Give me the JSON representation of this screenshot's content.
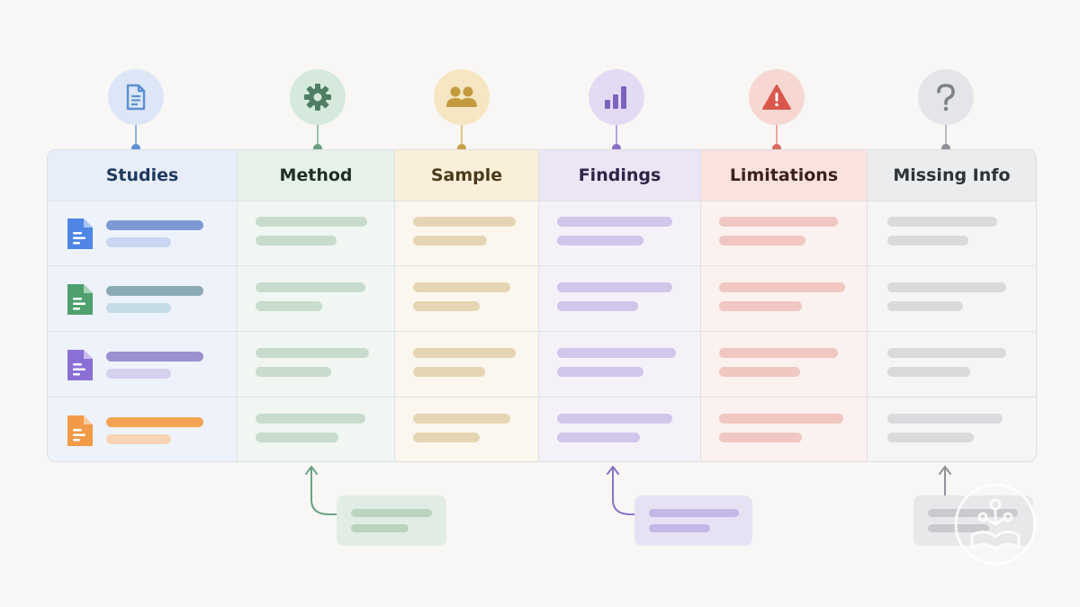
{
  "columns": [
    {
      "label": "Studies",
      "icon": "document-icon",
      "accent": "#5b8fd4",
      "circle_bg": "#dce6f6",
      "head_bg": "#e8eef9",
      "body_bg": "#eef2fa",
      "text_color": "#1f3a5f"
    },
    {
      "label": "Method",
      "icon": "gear-icon",
      "accent": "#5f9c7b",
      "circle_bg": "#d5e9dc",
      "head_bg": "#e6f1ea",
      "body_bg": "#f1f6f2",
      "text_color": "#1f2f28"
    },
    {
      "label": "Sample",
      "icon": "people-icon",
      "accent": "#c9a04a",
      "circle_bg": "#f6e6c2",
      "head_bg": "#faf0d9",
      "body_bg": "#fbf7ee",
      "text_color": "#4a3a1a"
    },
    {
      "label": "Findings",
      "icon": "bar-chart-icon",
      "accent": "#8a70c4",
      "circle_bg": "#e3dbf3",
      "head_bg": "#ebe5f6",
      "body_bg": "#f4f1f9",
      "text_color": "#2e2546"
    },
    {
      "label": "Limitations",
      "icon": "warning-icon",
      "accent": "#d9695f",
      "circle_bg": "#f7d7d2",
      "head_bg": "#fae2de",
      "body_bg": "#fbf1ef",
      "text_color": "#3a2220"
    },
    {
      "label": "Missing Info",
      "icon": "question-icon",
      "accent": "#8d9096",
      "circle_bg": "#e4e5e8",
      "head_bg": "#ebecee",
      "body_bg": "#f5f5f6",
      "text_color": "#2f3236"
    }
  ],
  "rows": [
    {
      "doc_icon": "blue-document-icon",
      "doc_color": "#4f86e6",
      "bar1": "#7e9ad3",
      "bar2": "#c8d6ef"
    },
    {
      "doc_icon": "green-document-icon",
      "doc_color": "#4fa06e",
      "bar1": "#8aaab6",
      "bar2": "#c5dbe6"
    },
    {
      "doc_icon": "purple-document-icon",
      "doc_color": "#8a6fd6",
      "bar1": "#9a90cf",
      "bar2": "#d4d0ee"
    },
    {
      "doc_icon": "orange-document-icon",
      "doc_color": "#f29a48",
      "bar1": "#f4a452",
      "bar2": "#f7d5b4"
    }
  ],
  "bar_colors": {
    "Method": [
      "#c7dccd",
      "#c7dccd"
    ],
    "Sample": [
      "#e6d5b4",
      "#e6d5b4"
    ],
    "Findings": [
      "#d1c6ea",
      "#d1c6ea"
    ],
    "Limitations": [
      "#f0c7c1",
      "#f0c7c1"
    ],
    "Missing Info": [
      "#d9dadc",
      "#d9dadc"
    ]
  },
  "callouts": [
    {
      "name": "method-callout",
      "bg": "#e1ede4",
      "bar": "#b9d4c0",
      "arrow": "#6aa383"
    },
    {
      "name": "findings-callout",
      "bg": "#e7e2f3",
      "bar": "#c4b7e6",
      "arrow": "#8a73c4"
    },
    {
      "name": "missing-info-callout",
      "bg": "#e7e8ea",
      "bar": "#c8cacd",
      "arrow": "#8f9297"
    }
  ]
}
